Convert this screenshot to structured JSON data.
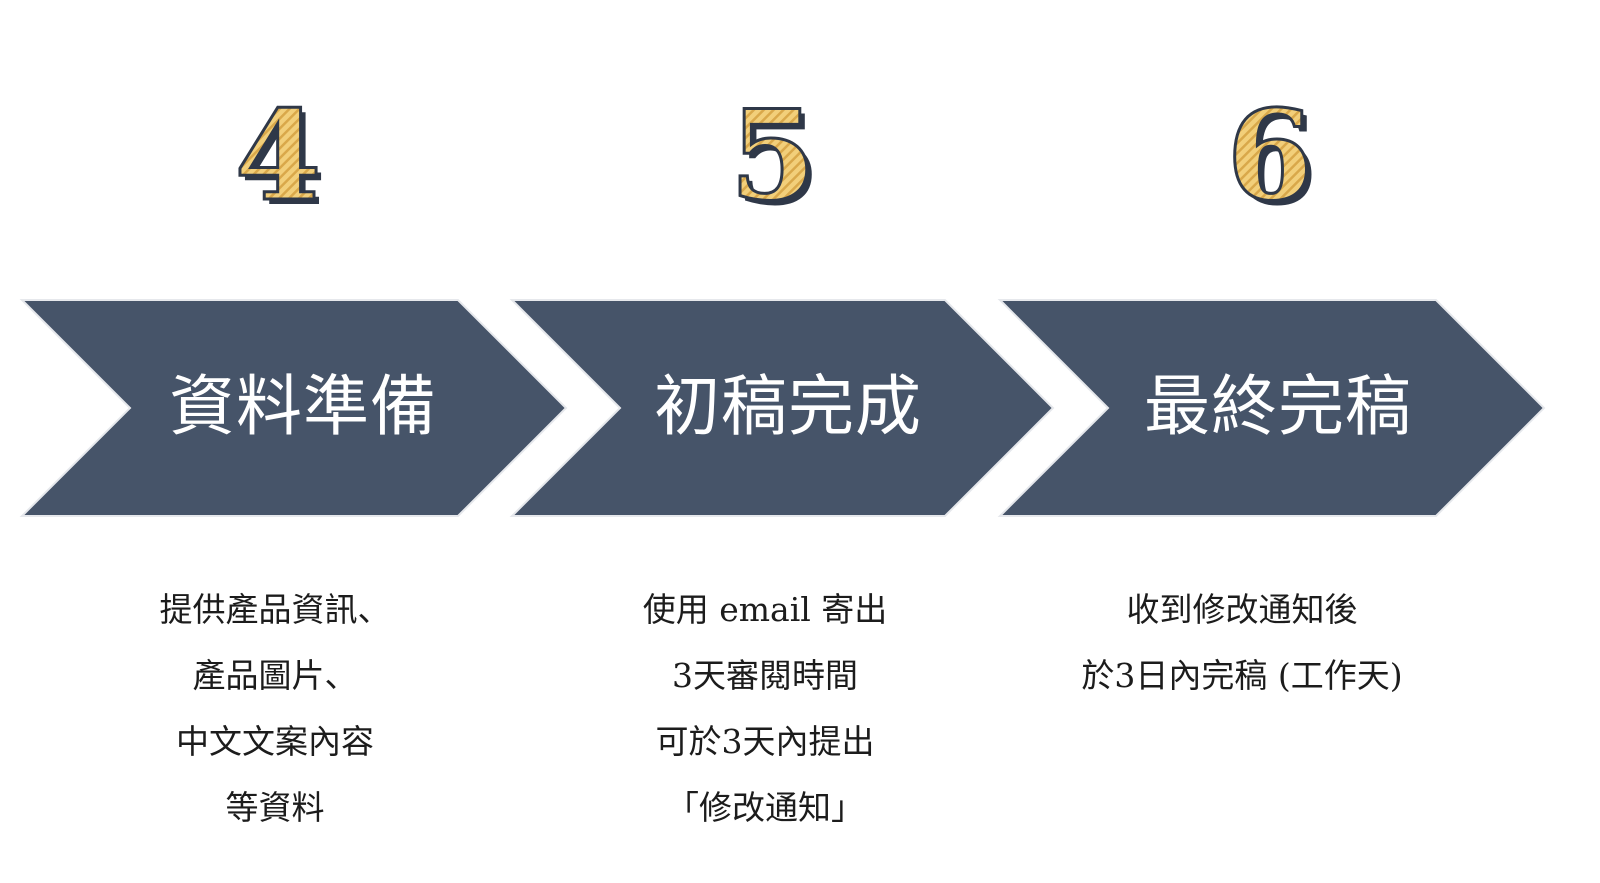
{
  "colors": {
    "arrow_fill": "#465469",
    "number_fill": "#f2cf7a",
    "number_stripe": "#d9a84a",
    "number_outline": "#2f3848",
    "title_text": "#ffffff",
    "desc_text": "#1c1c1c"
  },
  "steps": [
    {
      "number": "4",
      "title": "資料準備",
      "description": [
        "提供產品資訊、",
        "產品圖片、",
        "中文文案內容",
        "等資料"
      ]
    },
    {
      "number": "5",
      "title": "初稿完成",
      "description": [
        "使用 email 寄出",
        "3天審閱時間",
        "可於3天內提出",
        "「修改通知」"
      ]
    },
    {
      "number": "6",
      "title": "最終完稿",
      "description": [
        "收到修改通知後",
        "於3日內完稿 (工作天)"
      ]
    }
  ]
}
